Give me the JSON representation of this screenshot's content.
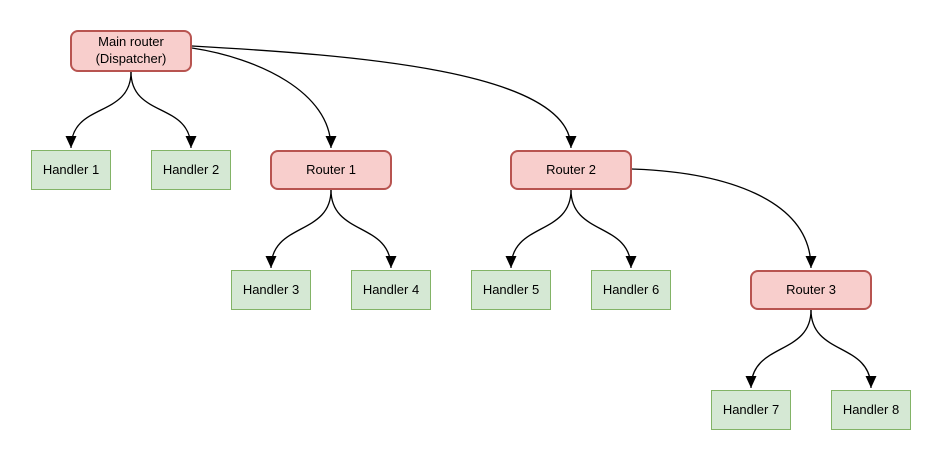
{
  "diagram": {
    "type": "tree",
    "colors": {
      "background": "#ffffff",
      "router_fill": "#f8cecc",
      "router_stroke": "#b85450",
      "handler_fill": "#d5e8d4",
      "handler_stroke": "#82b366",
      "edge_color": "#000000"
    },
    "nodes": {
      "main": {
        "label": "Main router\n(Dispatcher)",
        "type": "router"
      },
      "router1": {
        "label": "Router 1",
        "type": "router"
      },
      "router2": {
        "label": "Router 2",
        "type": "router"
      },
      "router3": {
        "label": "Router 3",
        "type": "router"
      },
      "handler1": {
        "label": "Handler 1",
        "type": "handler"
      },
      "handler2": {
        "label": "Handler 2",
        "type": "handler"
      },
      "handler3": {
        "label": "Handler 3",
        "type": "handler"
      },
      "handler4": {
        "label": "Handler 4",
        "type": "handler"
      },
      "handler5": {
        "label": "Handler 5",
        "type": "handler"
      },
      "handler6": {
        "label": "Handler 6",
        "type": "handler"
      },
      "handler7": {
        "label": "Handler 7",
        "type": "handler"
      },
      "handler8": {
        "label": "Handler 8",
        "type": "handler"
      }
    },
    "edges": [
      {
        "from": "main",
        "to": "handler1"
      },
      {
        "from": "main",
        "to": "handler2"
      },
      {
        "from": "main",
        "to": "router1"
      },
      {
        "from": "main",
        "to": "router2"
      },
      {
        "from": "router1",
        "to": "handler3"
      },
      {
        "from": "router1",
        "to": "handler4"
      },
      {
        "from": "router2",
        "to": "handler5"
      },
      {
        "from": "router2",
        "to": "handler6"
      },
      {
        "from": "router2",
        "to": "router3"
      },
      {
        "from": "router3",
        "to": "handler7"
      },
      {
        "from": "router3",
        "to": "handler8"
      }
    ]
  }
}
